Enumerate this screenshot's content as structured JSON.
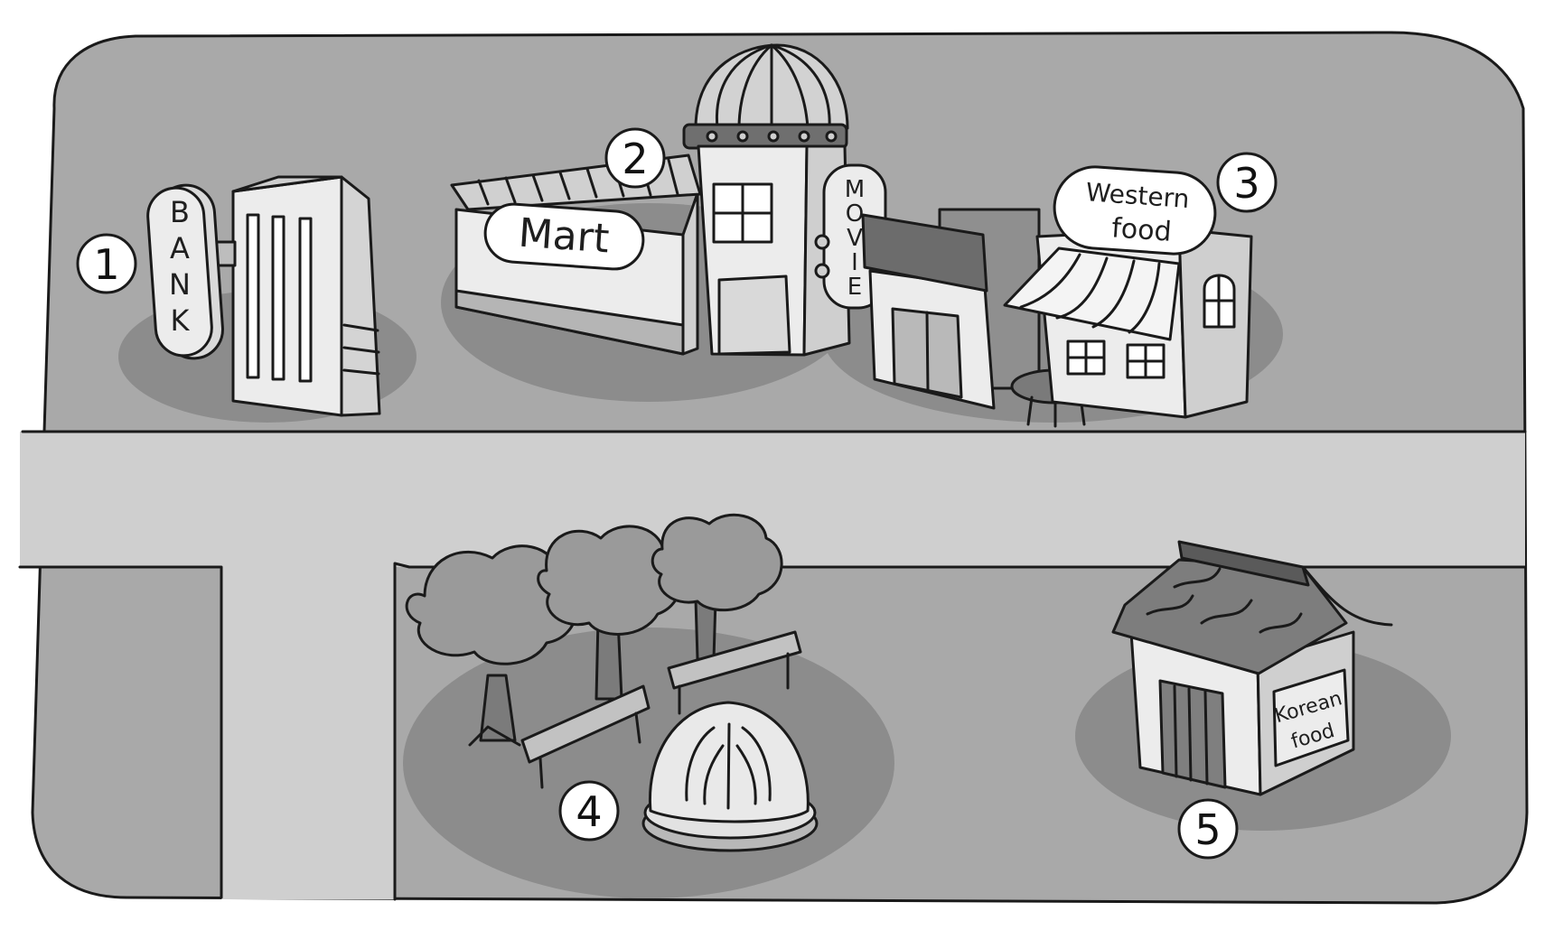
{
  "colors": {
    "page": "#ffffff",
    "ground": "#a9a9a9",
    "road": "#cfcfcf",
    "shadow": "#8c8c8c",
    "outline": "#1a1a1a"
  },
  "labels": {
    "bank_sign": "BANK",
    "mart_sign": "Mart",
    "movie_sign": "MOVIE",
    "western_line1": "Western",
    "western_line2": "food",
    "korean_line1": "Korean",
    "korean_line2": "food"
  },
  "markers": {
    "m1": "1",
    "m2": "2",
    "m3": "3",
    "m4": "4",
    "m5": "5"
  }
}
